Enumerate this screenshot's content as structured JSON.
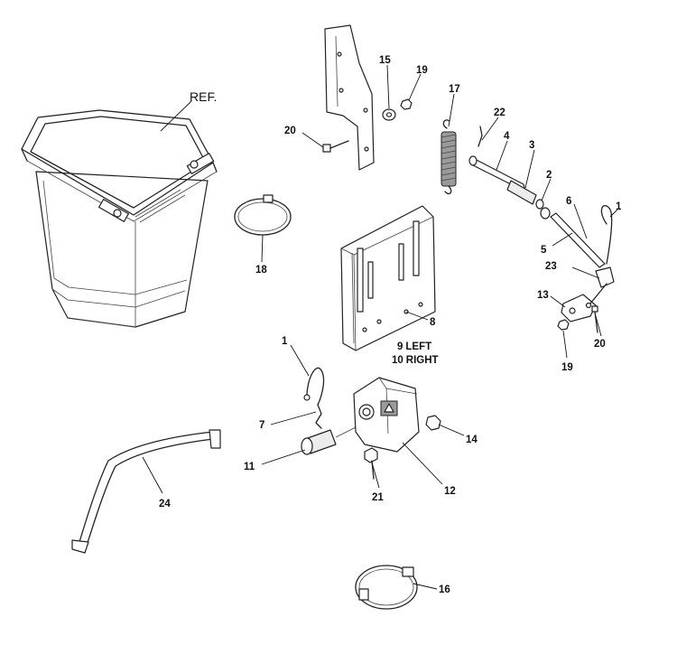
{
  "callouts": [
    {
      "id": "ref",
      "text": "REF."
    },
    {
      "id": "p1a",
      "text": "1"
    },
    {
      "id": "p2",
      "text": "2"
    },
    {
      "id": "p3",
      "text": "3"
    },
    {
      "id": "p4",
      "text": "4"
    },
    {
      "id": "p5",
      "text": "5"
    },
    {
      "id": "p6",
      "text": "6"
    },
    {
      "id": "p7",
      "text": "7"
    },
    {
      "id": "p8",
      "text": "8"
    },
    {
      "id": "p9",
      "text": "9",
      "suffix": "LEFT"
    },
    {
      "id": "p10",
      "text": "10",
      "suffix": "RIGHT"
    },
    {
      "id": "p11",
      "text": "11"
    },
    {
      "id": "p12",
      "text": "12"
    },
    {
      "id": "p13",
      "text": "13"
    },
    {
      "id": "p14",
      "text": "14"
    },
    {
      "id": "p15",
      "text": "15"
    },
    {
      "id": "p16",
      "text": "16"
    },
    {
      "id": "p17",
      "text": "17"
    },
    {
      "id": "p18",
      "text": "18"
    },
    {
      "id": "p19a",
      "text": "19"
    },
    {
      "id": "p19b",
      "text": "19"
    },
    {
      "id": "p20a",
      "text": "20"
    },
    {
      "id": "p20b",
      "text": "20"
    },
    {
      "id": "p21",
      "text": "21"
    },
    {
      "id": "p22",
      "text": "22"
    },
    {
      "id": "p23",
      "text": "23"
    },
    {
      "id": "p24",
      "text": "24"
    },
    {
      "id": "p1b",
      "text": "1"
    }
  ]
}
